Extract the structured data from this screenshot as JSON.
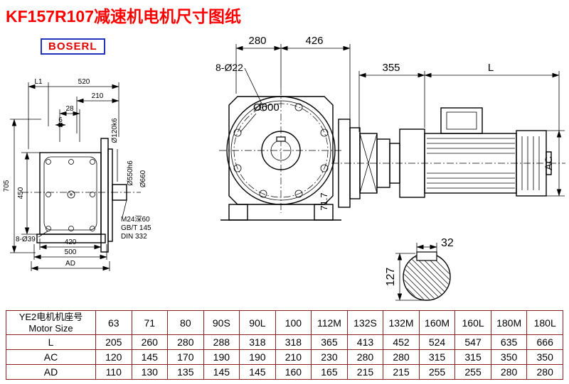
{
  "page": {
    "title": "KF157R107减速机电机尺寸图纸",
    "brand": "BOSERL"
  },
  "colors": {
    "title_red": "#ff0000",
    "brand_text": "#e00000",
    "brand_border": "#2233bb",
    "table_border": "#8b2020",
    "line_black": "#000000"
  },
  "drawing": {
    "left": {
      "L1": "L1",
      "d520": "520",
      "d210": "210",
      "d28": "28",
      "d6": "6",
      "d705": "705",
      "d450": "450",
      "d8_39": "8-Ø39",
      "d420": "420",
      "d500": "500",
      "AD": "AD",
      "d120": "Ø120k6",
      "d550": "Ø550h6",
      "d660": "Ø660",
      "m24": "M24深60",
      "gbt": "GB/T 145",
      "din": "DIN 332"
    },
    "front": {
      "d280": "280",
      "d426": "426",
      "d8_22": "8-Ø22",
      "d600": "Ø600",
      "angle": "71.7",
      "d355": "355",
      "L": "L",
      "AC": "AC"
    },
    "shaft": {
      "d32": "32",
      "d127": "127"
    }
  },
  "table": {
    "row_label_cn": "YE2电机机座号",
    "row_label_en": "Motor Size",
    "header": [
      "63",
      "71",
      "80",
      "90S",
      "90L",
      "100",
      "112M",
      "132S",
      "132M",
      "160M",
      "160L",
      "180M",
      "180L"
    ],
    "rows": [
      {
        "label": "L",
        "values": [
          "205",
          "260",
          "280",
          "288",
          "318",
          "318",
          "365",
          "413",
          "452",
          "524",
          "547",
          "635",
          "666"
        ]
      },
      {
        "label": "AC",
        "values": [
          "120",
          "145",
          "170",
          "190",
          "190",
          "210",
          "230",
          "280",
          "280",
          "315",
          "315",
          "350",
          "350"
        ]
      },
      {
        "label": "AD",
        "values": [
          "110",
          "130",
          "135",
          "145",
          "145",
          "160",
          "165",
          "215",
          "215",
          "255",
          "255",
          "280",
          "280"
        ]
      }
    ]
  }
}
